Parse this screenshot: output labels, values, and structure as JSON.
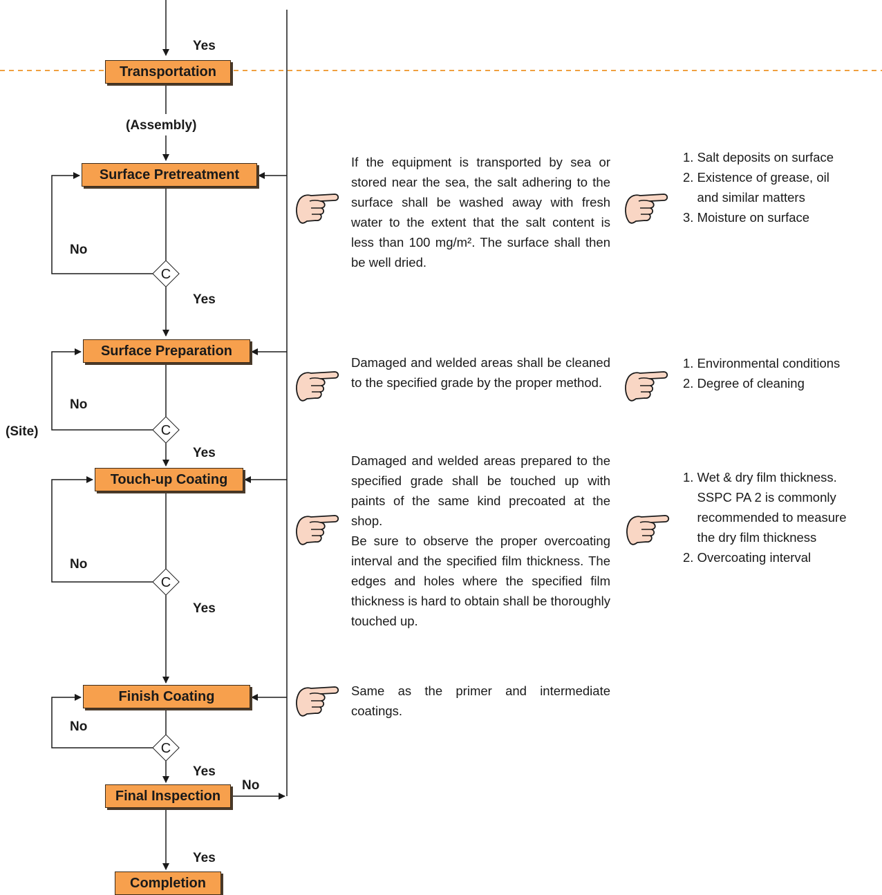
{
  "steps": {
    "transportation": "Transportation",
    "surface_pretreatment": "Surface Pretreatment",
    "surface_preparation": "Surface Preparation",
    "touch_up_coating": "Touch-up Coating",
    "finish_coating": "Finish Coating",
    "final_inspection": "Final Inspection",
    "completion": "Completion"
  },
  "labels": {
    "yes": "Yes",
    "no": "No",
    "assembly": "(Assembly)",
    "site": "(Site)",
    "check": "C"
  },
  "descriptions": {
    "pretreatment": "If the equipment is transported by sea or stored near the sea, the salt adhering to the surface shall be washed away with fresh water to the extent that the salt content is less than 100 mg/m². The surface shall then be well dried.",
    "preparation": "Damaged and welded areas shall be cleaned to the specified grade by the proper method.",
    "touch_up": "Damaged and welded areas prepared to the specified grade shall be touched up with paints of the same kind precoated at the shop.\nBe sure to observe the proper overcoating interval and the specified film thickness. The edges and holes where the specified film thickness is hard to obtain shall be thoroughly touched up.",
    "finish": "Same as the primer and intermediate coatings."
  },
  "checkpoints": {
    "pretreatment": "1. Salt deposits on surface\n2. Existence of grease, oil\n    and similar matters\n3. Moisture on surface",
    "preparation": "1. Environmental conditions\n2. Degree of cleaning",
    "touch_up": "1. Wet & dry film thickness.\n    SSPC PA 2 is commonly\n    recommended to measure\n    the dry film thickness\n2. Overcoating interval"
  },
  "colors": {
    "box_fill": "#f7a04d",
    "dashed_line": "#f0a040",
    "hand_fill": "#f9d6c4"
  }
}
